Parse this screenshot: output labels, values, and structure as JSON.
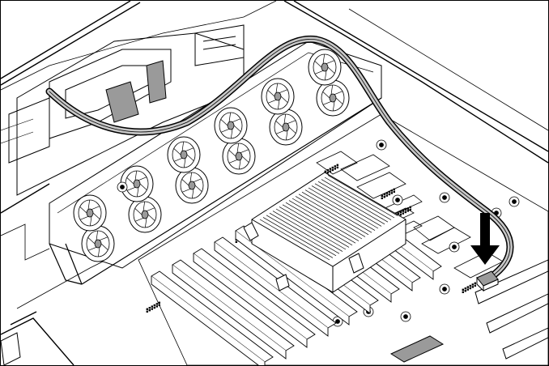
{
  "diagram": {
    "kind": "technical-line-illustration",
    "text": [],
    "parts": [
      "server-chassis",
      "fan-array",
      "processor-heatsink",
      "memory-dimm-slots",
      "system-board",
      "expansion-slots",
      "drive-cage",
      "sata-cable",
      "cable-connector",
      "insertion-arrow"
    ],
    "colors": {
      "line": "#000000",
      "background": "#ffffff",
      "cable_fill": "#c8c8c8",
      "arrow_fill": "#000000",
      "shade": "#9a9a9a"
    }
  }
}
